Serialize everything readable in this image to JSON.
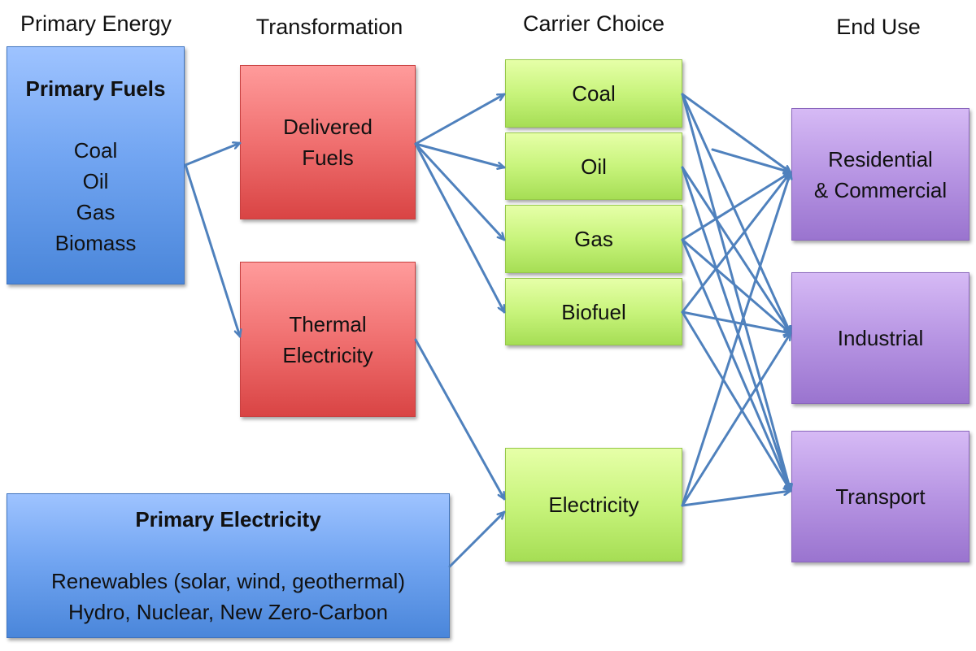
{
  "headers": {
    "primary_energy": "Primary Energy",
    "transformation": "Transformation",
    "carrier_choice": "Carrier Choice",
    "end_use": "End Use"
  },
  "primary_fuels": {
    "title": "Primary Fuels",
    "items": [
      "Coal",
      "Oil",
      "Gas",
      "Biomass"
    ]
  },
  "primary_electricity": {
    "title": "Primary Electricity",
    "lines": [
      "Renewables (solar, wind, geothermal)",
      "Hydro, Nuclear, New Zero-Carbon"
    ]
  },
  "transformation": {
    "delivered_fuels": [
      "Delivered",
      "Fuels"
    ],
    "thermal_electricity": [
      "Thermal",
      "Electricity"
    ]
  },
  "carriers": {
    "coal": "Coal",
    "oil": "Oil",
    "gas": "Gas",
    "biofuel": "Biofuel",
    "electricity": "Electricity"
  },
  "end_use": {
    "residential": [
      "Residential",
      "& Commercial"
    ],
    "industrial": "Industrial",
    "transport": "Transport"
  },
  "colors": {
    "arrow": "#4f81bd",
    "primary_box": "#6fa2ee",
    "transformation_box": "#ee7070",
    "carrier_box": "#c8f47c",
    "end_use_box": "#b795e3"
  }
}
